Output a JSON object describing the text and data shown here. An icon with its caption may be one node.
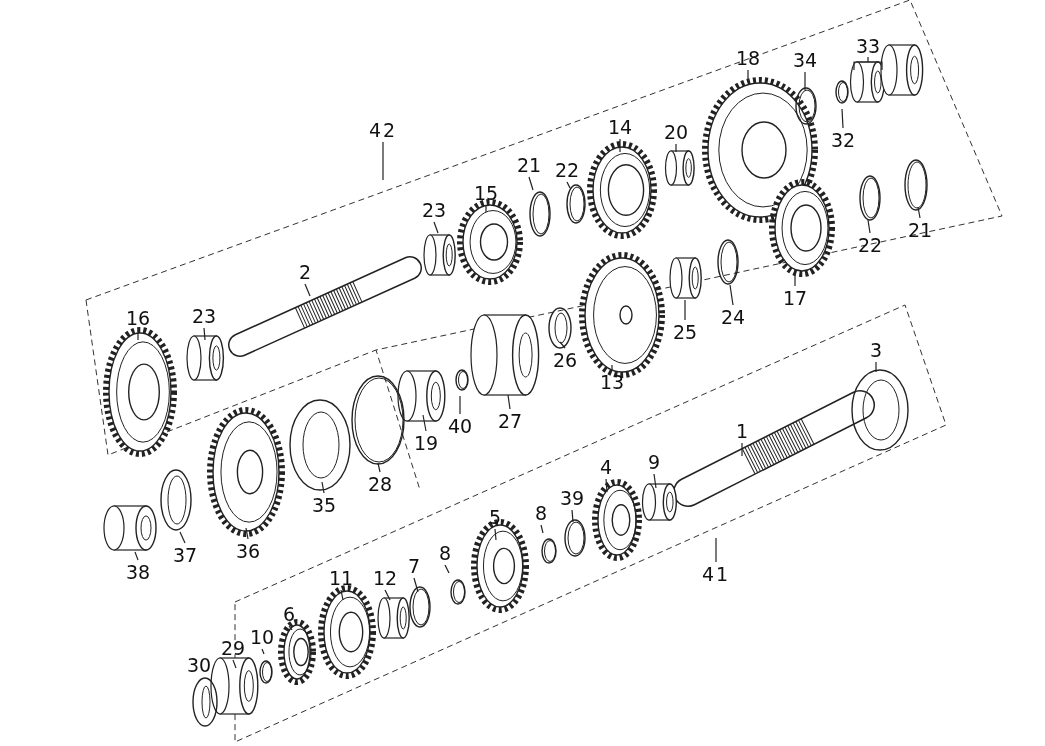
{
  "diagram": {
    "nodes": [
      {
        "text": [
          "42"
        ]
      },
      {
        "text": [
          "18"
        ]
      },
      {
        "text": [
          "34"
        ]
      },
      {
        "text": [
          "33"
        ]
      },
      {
        "text": [
          "32"
        ]
      },
      {
        "text": [
          "14"
        ]
      },
      {
        "text": [
          "20"
        ]
      },
      {
        "text": [
          "15"
        ]
      },
      {
        "text": [
          "21"
        ]
      },
      {
        "text": [
          "22"
        ]
      },
      {
        "text": [
          "23"
        ]
      },
      {
        "text": [
          "2"
        ]
      },
      {
        "text": [
          "16"
        ]
      },
      {
        "text": [
          "23"
        ]
      },
      {
        "text": [
          "22"
        ]
      },
      {
        "text": [
          "21"
        ]
      },
      {
        "text": [
          "17"
        ]
      },
      {
        "text": [
          "24"
        ]
      },
      {
        "text": [
          "25"
        ]
      },
      {
        "text": [
          "26"
        ]
      },
      {
        "text": [
          "13"
        ]
      },
      {
        "text": [
          "27"
        ]
      },
      {
        "text": [
          "40"
        ]
      },
      {
        "text": [
          "19"
        ]
      },
      {
        "text": [
          "28"
        ]
      },
      {
        "text": [
          "35"
        ]
      },
      {
        "text": [
          "3"
        ]
      },
      {
        "text": [
          "1"
        ]
      },
      {
        "text": [
          "9"
        ]
      },
      {
        "text": [
          "4"
        ]
      },
      {
        "text": [
          "39"
        ]
      },
      {
        "text": [
          "8"
        ]
      },
      {
        "text": [
          "5"
        ]
      },
      {
        "text": [
          "41"
        ]
      },
      {
        "text": [
          "37"
        ]
      },
      {
        "text": [
          "36"
        ]
      },
      {
        "text": [
          "38"
        ]
      },
      {
        "text": [
          "8"
        ]
      },
      {
        "text": [
          "7"
        ]
      },
      {
        "text": [
          "12"
        ]
      },
      {
        "text": [
          "11"
        ]
      },
      {
        "text": [
          "6"
        ]
      },
      {
        "text": [
          "10"
        ]
      },
      {
        "text": [
          "29"
        ]
      },
      {
        "text": [
          "30"
        ]
      }
    ],
    "edges": [
      {
        "from": 0,
        "to": null,
        "arrow": "none"
      },
      {
        "from": 1,
        "to": null,
        "arrow": "none"
      },
      {
        "from": 2,
        "to": null,
        "arrow": "none"
      },
      {
        "from": 3,
        "to": null,
        "arrow": "none"
      },
      {
        "from": 4,
        "to": null,
        "arrow": "none"
      },
      {
        "from": 5,
        "to": null,
        "arrow": "none"
      },
      {
        "from": 6,
        "to": null,
        "arrow": "none"
      },
      {
        "from": 7,
        "to": null,
        "arrow": "none"
      },
      {
        "from": 8,
        "to": null,
        "arrow": "none"
      },
      {
        "from": 9,
        "to": null,
        "arrow": "none"
      },
      {
        "from": 10,
        "to": null,
        "arrow": "none"
      },
      {
        "from": 11,
        "to": null,
        "arrow": "none"
      },
      {
        "from": 12,
        "to": null,
        "arrow": "none"
      },
      {
        "from": 13,
        "to": null,
        "arrow": "none"
      },
      {
        "from": 14,
        "to": null,
        "arrow": "none"
      },
      {
        "from": 15,
        "to": null,
        "arrow": "none"
      },
      {
        "from": 16,
        "to": null,
        "arrow": "none"
      },
      {
        "from": 17,
        "to": null,
        "arrow": "none"
      },
      {
        "from": 18,
        "to": null,
        "arrow": "none"
      },
      {
        "from": 19,
        "to": null,
        "arrow": "none"
      },
      {
        "from": 20,
        "to": null,
        "arrow": "none"
      },
      {
        "from": 21,
        "to": null,
        "arrow": "none"
      },
      {
        "from": 22,
        "to": null,
        "arrow": "none"
      },
      {
        "from": 23,
        "to": null,
        "arrow": "none"
      },
      {
        "from": 24,
        "to": null,
        "arrow": "none"
      },
      {
        "from": 25,
        "to": null,
        "arrow": "none"
      },
      {
        "from": 26,
        "to": null,
        "arrow": "none"
      },
      {
        "from": 27,
        "to": null,
        "arrow": "none"
      },
      {
        "from": 28,
        "to": null,
        "arrow": "none"
      },
      {
        "from": 29,
        "to": null,
        "arrow": "none"
      },
      {
        "from": 30,
        "to": null,
        "arrow": "none"
      },
      {
        "from": 31,
        "to": null,
        "arrow": "none"
      },
      {
        "from": 32,
        "to": null,
        "arrow": "none"
      },
      {
        "from": 33,
        "to": null,
        "arrow": "none"
      },
      {
        "from": 34,
        "to": null,
        "arrow": "none"
      },
      {
        "from": 35,
        "to": null,
        "arrow": "none"
      },
      {
        "from": 36,
        "to": null,
        "arrow": "none"
      },
      {
        "from": 37,
        "to": null,
        "arrow": "none"
      },
      {
        "from": 38,
        "to": null,
        "arrow": "none"
      },
      {
        "from": 39,
        "to": null,
        "arrow": "none"
      },
      {
        "from": 40,
        "to": null,
        "arrow": "none"
      },
      {
        "from": 41,
        "to": null,
        "arrow": "none"
      },
      {
        "from": 42,
        "to": null,
        "arrow": "none"
      },
      {
        "from": 43,
        "to": null,
        "arrow": "none"
      }
    ]
  }
}
